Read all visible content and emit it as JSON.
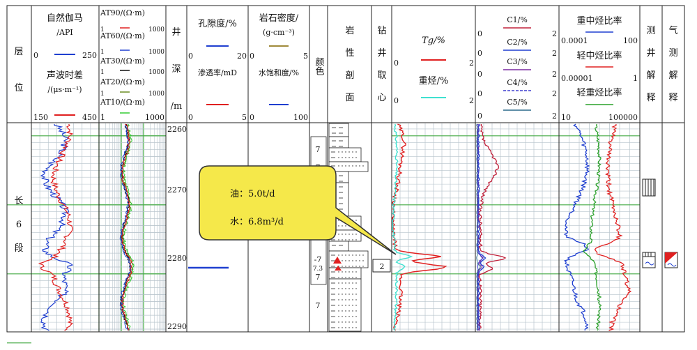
{
  "columns": {
    "layer": {
      "label": [
        "层",
        "位"
      ],
      "value": [
        "长",
        "6",
        "段"
      ]
    },
    "gr": {
      "title": "自然伽马",
      "unit": "/API",
      "min": "0",
      "max": "250",
      "color": "#1f3fd0"
    },
    "ac": {
      "title": "声波时差",
      "unit": "/(μs·m⁻¹)",
      "min": "150",
      "max": "450",
      "color": "#e02020"
    },
    "res": {
      "curves": [
        {
          "label": "AT90/(Ω·m)",
          "min": "1",
          "max": "1000",
          "color": "#e02020"
        },
        {
          "label": "AT60/(Ω·m)",
          "min": "1",
          "max": "1000",
          "color": "#1f3fd0"
        },
        {
          "label": "AT30/(Ω·m)",
          "min": "1",
          "max": "1000",
          "color": "#111111"
        },
        {
          "label": "AT20/(Ω·m)",
          "min": "1",
          "max": "1000",
          "color": "#6b8e23"
        },
        {
          "label": "AT10/(Ω·m)",
          "min": "1",
          "max": "1000",
          "color": "#33cc33"
        }
      ]
    },
    "depth": {
      "label": [
        "井",
        "深",
        "/m"
      ],
      "ticks": [
        "2260",
        "2270",
        "2280",
        "2290"
      ]
    },
    "por": {
      "title": "孔隙度/%",
      "min": "0",
      "max": "20",
      "color": "#1f3fd0",
      "perm_title": "渗透率/mD",
      "perm_min": "0",
      "perm_max": "5",
      "perm_color": "#e02020"
    },
    "den": {
      "title": "岩石密度/",
      "unit": "(g·cm⁻³)",
      "min": "0",
      "max": "5",
      "color": "#a08a3a",
      "sw_title": "水饱和度/%",
      "sw_min": "0",
      "sw_max": "100",
      "sw_color": "#1f3fd0"
    },
    "color": {
      "label": "颜色",
      "codes": [
        "7",
        "7",
        "7",
        "-7",
        "7.3",
        "7",
        "7"
      ]
    },
    "lith": {
      "label": [
        "岩",
        "性",
        "剖",
        "面"
      ]
    },
    "core": {
      "label": [
        "钻",
        "井",
        "取",
        "心"
      ],
      "value": "2"
    },
    "gas": {
      "tg_title": "Tg/%",
      "tg_min": "0",
      "tg_max": "2",
      "tg_color": "#e02020",
      "hh_title": "重烃/%",
      "hh_min": "0",
      "hh_max": "2",
      "hh_color": "#40e0d0"
    },
    "comp": {
      "curves": [
        {
          "label": "C1/%",
          "min": "0",
          "max": "2",
          "color": "#c0203a"
        },
        {
          "label": "C2/%",
          "min": "0",
          "max": "2",
          "color": "#1f3fd0"
        },
        {
          "label": "C3/%",
          "min": "0",
          "max": "2",
          "color": "#7a2aa0"
        },
        {
          "label": "C4/%",
          "min": "0",
          "max": "2",
          "color": "#3f3fd0"
        },
        {
          "label": "C5/%",
          "min": "0",
          "max": "2",
          "color": "#2a6a8a"
        }
      ]
    },
    "ratio": {
      "curves": [
        {
          "label": "重中烃比率",
          "min": "0.0001",
          "max": "100",
          "color": "#1f3fd0"
        },
        {
          "label": "轻中烃比率",
          "min": "0.00001",
          "max": "1",
          "color": "#e02020"
        },
        {
          "label": "轻重烃比率",
          "min": "10",
          "max": "100000",
          "color": "#2aa02a"
        }
      ]
    },
    "interp": {
      "label": [
        "测",
        "井",
        "解",
        "释"
      ]
    },
    "gasinterp": {
      "label": [
        "气",
        "测",
        "解",
        "释"
      ]
    }
  },
  "callout": {
    "line1": "油：5.0t/d",
    "line2": "水：6.8m³/d",
    "fill": "#f5e84a",
    "border": "#333333"
  },
  "grid": {
    "major_color": "#44aa44",
    "minor_color": "#b8c4cc"
  }
}
